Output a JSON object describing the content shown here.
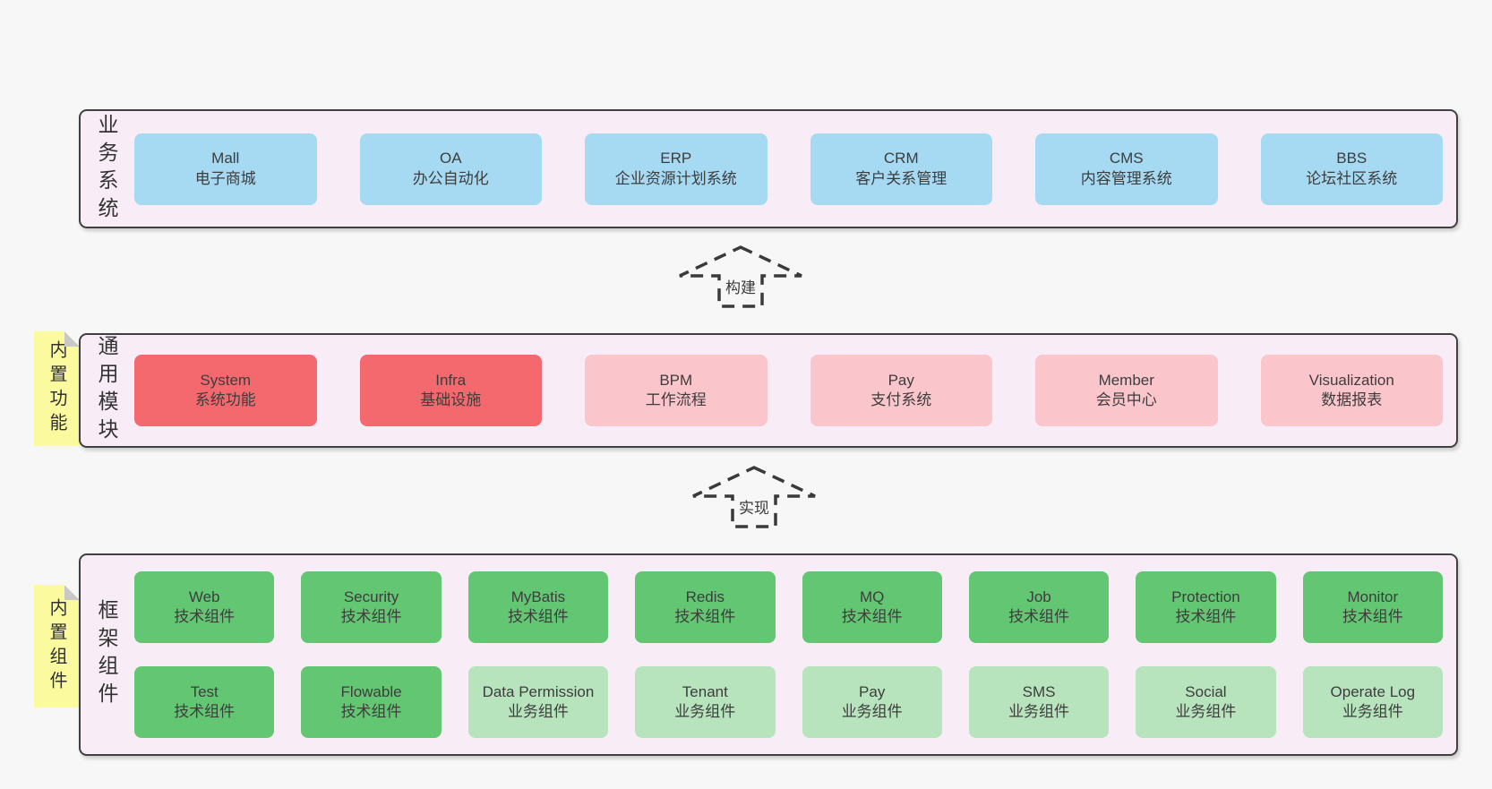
{
  "colors": {
    "page-bg": "#f7f7f7",
    "band-bg": "#f8edf6",
    "band-border": "#404040",
    "box-blue": "#a6d9f2",
    "box-red": "#f4696e",
    "box-pink": "#fbc5cc",
    "box-green": "#63c673",
    "box-green-light": "#b7e3bd",
    "sticky-yellow": "#fbfa9e",
    "sticky-fold": "#c8c8c8",
    "text": "#3d3d3d"
  },
  "arrows": [
    {
      "label": "构建"
    },
    {
      "label": "实现"
    }
  ],
  "bands": [
    {
      "label": "业务系统",
      "sticky": null,
      "rows": [
        [
          {
            "title": "Mall",
            "subtitle": "电子商城",
            "type": "blue"
          },
          {
            "title": "OA",
            "subtitle": "办公自动化",
            "type": "blue"
          },
          {
            "title": "ERP",
            "subtitle": "企业资源计划系统",
            "type": "blue"
          },
          {
            "title": "CRM",
            "subtitle": "客户关系管理",
            "type": "blue"
          },
          {
            "title": "CMS",
            "subtitle": "内容管理系统",
            "type": "blue"
          },
          {
            "title": "BBS",
            "subtitle": "论坛社区系统",
            "type": "blue"
          }
        ]
      ]
    },
    {
      "label": "通用模块",
      "sticky": "内置功能",
      "rows": [
        [
          {
            "title": "System",
            "subtitle": "系统功能",
            "type": "red"
          },
          {
            "title": "Infra",
            "subtitle": "基础设施",
            "type": "red"
          },
          {
            "title": "BPM",
            "subtitle": "工作流程",
            "type": "pink"
          },
          {
            "title": "Pay",
            "subtitle": "支付系统",
            "type": "pink"
          },
          {
            "title": "Member",
            "subtitle": "会员中心",
            "type": "pink"
          },
          {
            "title": "Visualization",
            "subtitle": "数据报表",
            "type": "pink"
          }
        ]
      ]
    },
    {
      "label": "框架组件",
      "sticky": "内置组件",
      "rows": [
        [
          {
            "title": "Web",
            "subtitle": "技术组件",
            "type": "green"
          },
          {
            "title": "Security",
            "subtitle": "技术组件",
            "type": "green"
          },
          {
            "title": "MyBatis",
            "subtitle": "技术组件",
            "type": "green"
          },
          {
            "title": "Redis",
            "subtitle": "技术组件",
            "type": "green"
          },
          {
            "title": "MQ",
            "subtitle": "技术组件",
            "type": "green"
          },
          {
            "title": "Job",
            "subtitle": "技术组件",
            "type": "green"
          },
          {
            "title": "Protection",
            "subtitle": "技术组件",
            "type": "green"
          },
          {
            "title": "Monitor",
            "subtitle": "技术组件",
            "type": "green"
          }
        ],
        [
          {
            "title": "Test",
            "subtitle": "技术组件",
            "type": "green"
          },
          {
            "title": "Flowable",
            "subtitle": "技术组件",
            "type": "green"
          },
          {
            "title": "Data Permission",
            "subtitle": "业务组件",
            "type": "green-light"
          },
          {
            "title": "Tenant",
            "subtitle": "业务组件",
            "type": "green-light"
          },
          {
            "title": "Pay",
            "subtitle": "业务组件",
            "type": "green-light"
          },
          {
            "title": "SMS",
            "subtitle": "业务组件",
            "type": "green-light"
          },
          {
            "title": "Social",
            "subtitle": "业务组件",
            "type": "green-light"
          },
          {
            "title": "Operate Log",
            "subtitle": "业务组件",
            "type": "green-light"
          }
        ]
      ]
    }
  ]
}
